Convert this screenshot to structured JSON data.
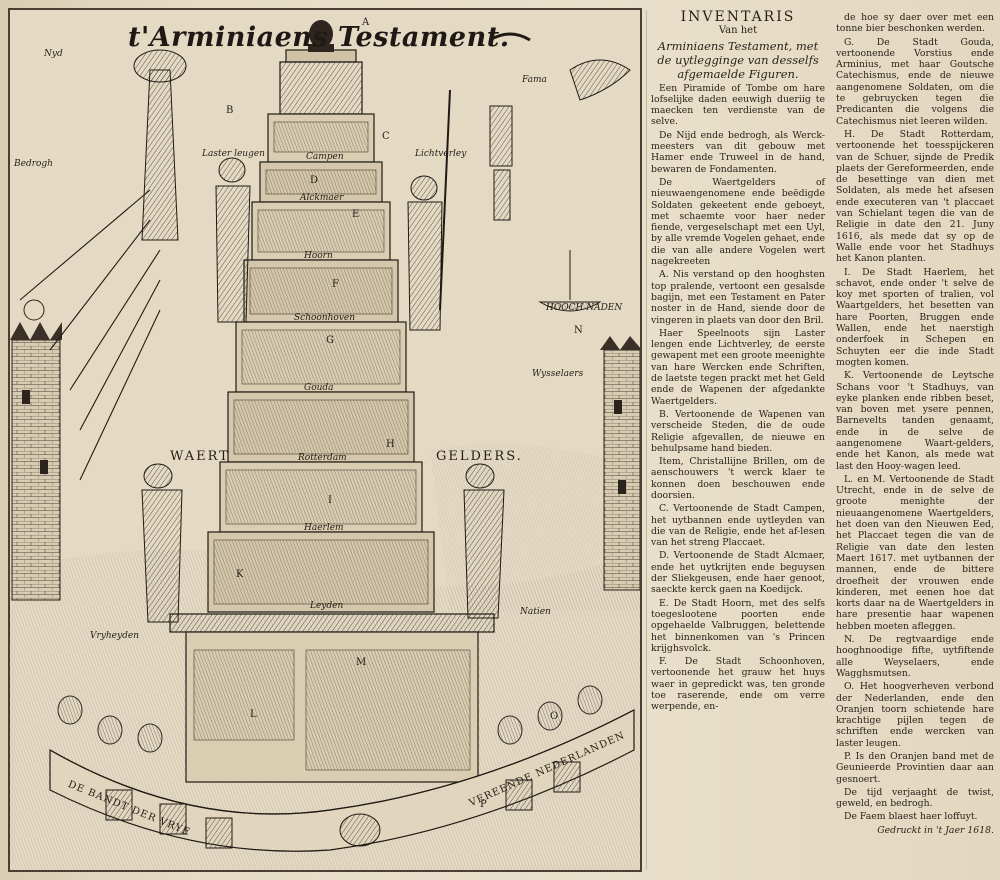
{
  "plate": {
    "title": "t'Arminiaens Testament.",
    "labels": {
      "A": "A",
      "lichtverley": "Lichtverley",
      "lasterleugen": "Laster leugen",
      "fama": "Fama",
      "nyd": "Nyd",
      "bedrogh": "Bedrogh",
      "campen": "Campen",
      "alckmaer": "Alckmaer",
      "hoorn": "Hoorn",
      "schoonhoven": "Schoonhoven",
      "gouda": "Gouda",
      "rotterdam": "Rotterdam",
      "haerlem": "Haerlem",
      "leyden": "Leyden",
      "waert": "WAERT",
      "gelders": "GELDERS.",
      "vryheyden": "Vryheyden",
      "natien": "Natien",
      "hooch_naden": "HOOCH NADEN",
      "wysselaers": "Wysselaers",
      "bandt_left": "DE BANDT DER VRYE",
      "bandt_right": "VEREENDE NEDERLANDEN",
      "letters": [
        "B",
        "C",
        "D",
        "E",
        "F",
        "G",
        "H",
        "I",
        "K",
        "L",
        "M",
        "N",
        "O",
        "P"
      ]
    }
  },
  "inventaris": {
    "title": "INVENTARIS",
    "subtitle": "Van het",
    "heading": "Arminiaens Testament, met de uytlegginge van desselfs afgemaelde Figuren.",
    "col1": [
      "Een Piramide of Tombe om hare lofselijke daden eeuwigh dueriig te maecken ten verdienste van de selve.",
      "De Nijd ende bedrogh, als Werck-meesters van dit gebouw met Hamer ende Truweel in de hand, bewaren de Fondamenten.",
      "De Waertgelders of nieuwaengenomene ende beëdigde Soldaten gekeetent ende geboeyt, met schaemte voor haer neder fiende, vergeselschapt met een Uyl, by alle vremde Vogelen gehaet, ende die van alle andere Vogelen wert nagekreeten",
      "A. Nis verstand op den hooghsten top pralende, vertoont een gesalsde bagijn, met een Testament en Pater noster in de Hand, siende door de vingeren in plaets van door den Bril.",
      "Haer Speelnoots sijn Laster lengen ende Lichtverley, de eerste gewapent met een groote meenighte van hare Wercken ende Schriften, de laetste tegen prackt met het Geld ende de Wapenen der afgedankte Waertgelders.",
      "B. Vertoonende de Wapenen van verscheide Steden, die de oude Religie afgevallen, de nieuwe en behulpsame hand bieden.",
      "Item, Christallijne Brillen, om de aenschouwers 't werck klaer te konnen doen beschouwen ende doorsien.",
      "C. Vertoonende de Stadt Campen, het uytbannen ende uytleyden van die van de Religie, ende het af-lesen van het streng Placcaet.",
      "D. Vertoonende de Stadt Alcmaer, ende het uytkrijten ende beguysen der Sliekgeusen, ende haer genoot, saeckte kerck gaen na Koedijck.",
      "E. De Stadt Hoorn, met des selfs toegeslootene poorten ende opgehaelde Valbruggen, belettende het binnenkomen van 's Princen krijghsvolck.",
      "F. De Stadt Schoonhoven, vertoonende het grauw het huys waer in gepredickt was, ten gronde toe raserende, ende om verre werpende, en-"
    ],
    "col2": [
      "de hoe sy daer over met een tonne bier beschonken werden.",
      "G. De Stadt Gouda, vertoonende Vorstius ende Arminius, met haar Goutsche Catechismus, ende de nieuwe aangenomene Soldaten, om die te gebruycken tegen die Predicanten die volgens die Catechismus niet leeren wilden.",
      "H. De Stadt Rotterdam, vertoonende het toesspijckeren van de Schuer, sijnde de Predik plaets der Gereformeerden, ende de besettinge van dien met Soldaten, als mede het afsesen ende executeren van 't placcaet van Schielant tegen die van de Religie in date den 21. Juny 1616, als mede dat sy op de Walle ende voor het Stadhuys het Kanon planten.",
      "I. De Stadt Haerlem, het schavot, ende onder 't selve de koy met sporten of tralien, vol Waartgelders, het besetten van hare Poorten, Bruggen ende Wallen, ende het naerstigh onderfoek in Schepen en Schuyten eer die inde Stadt mogten komen.",
      "K. Vertoonende de Leytsche Schans voor 't Stadhuys, van eyke planken ende ribben beset, van boven met ysere pennen, Barnevelts tanden genaamt, ende in de selve de aangenomene Waart-gelders, ende het Kanon, als mede wat last den Hooy-wagen leed.",
      "L. en M. Vertoonende de Stadt Utrecht, ende in de selve de groote menighte der nieuaangenomene Waertgelders, het doen van den Nieuwen Eed, het Placcaet tegen die van de Religie van date den lesten Maert 1617. met uytbannen der mannen, ende de bittere droefheit der vrouwen ende kinderen, met eenen hoe dat korts daar na de Waertgelders in hare presentie haar wapenen hebben moeten afleggen.",
      "N. De regtvaardige ende hooghnoodige fifte, uytfiftende alle Weyselaers, ende Wagghsmutsen.",
      "O. Het hoogverheven verbond der Nederlanden, ende den Oranjen toorn schietende hare krachtige pijlen tegen de schriften ende wercken van laster leugen.",
      "P. Is den Oranjen band met de Geunieerde Provintien daar aan gesnoert.",
      "De tijd verjaaght de twist, geweld, en bedrogh.",
      "De Faem blaest haer loffuyt."
    ],
    "imprint": "Gedruckt in 't Jaer 1618."
  },
  "colors": {
    "paper": "#e6dcc6",
    "ink": "#231d16"
  }
}
